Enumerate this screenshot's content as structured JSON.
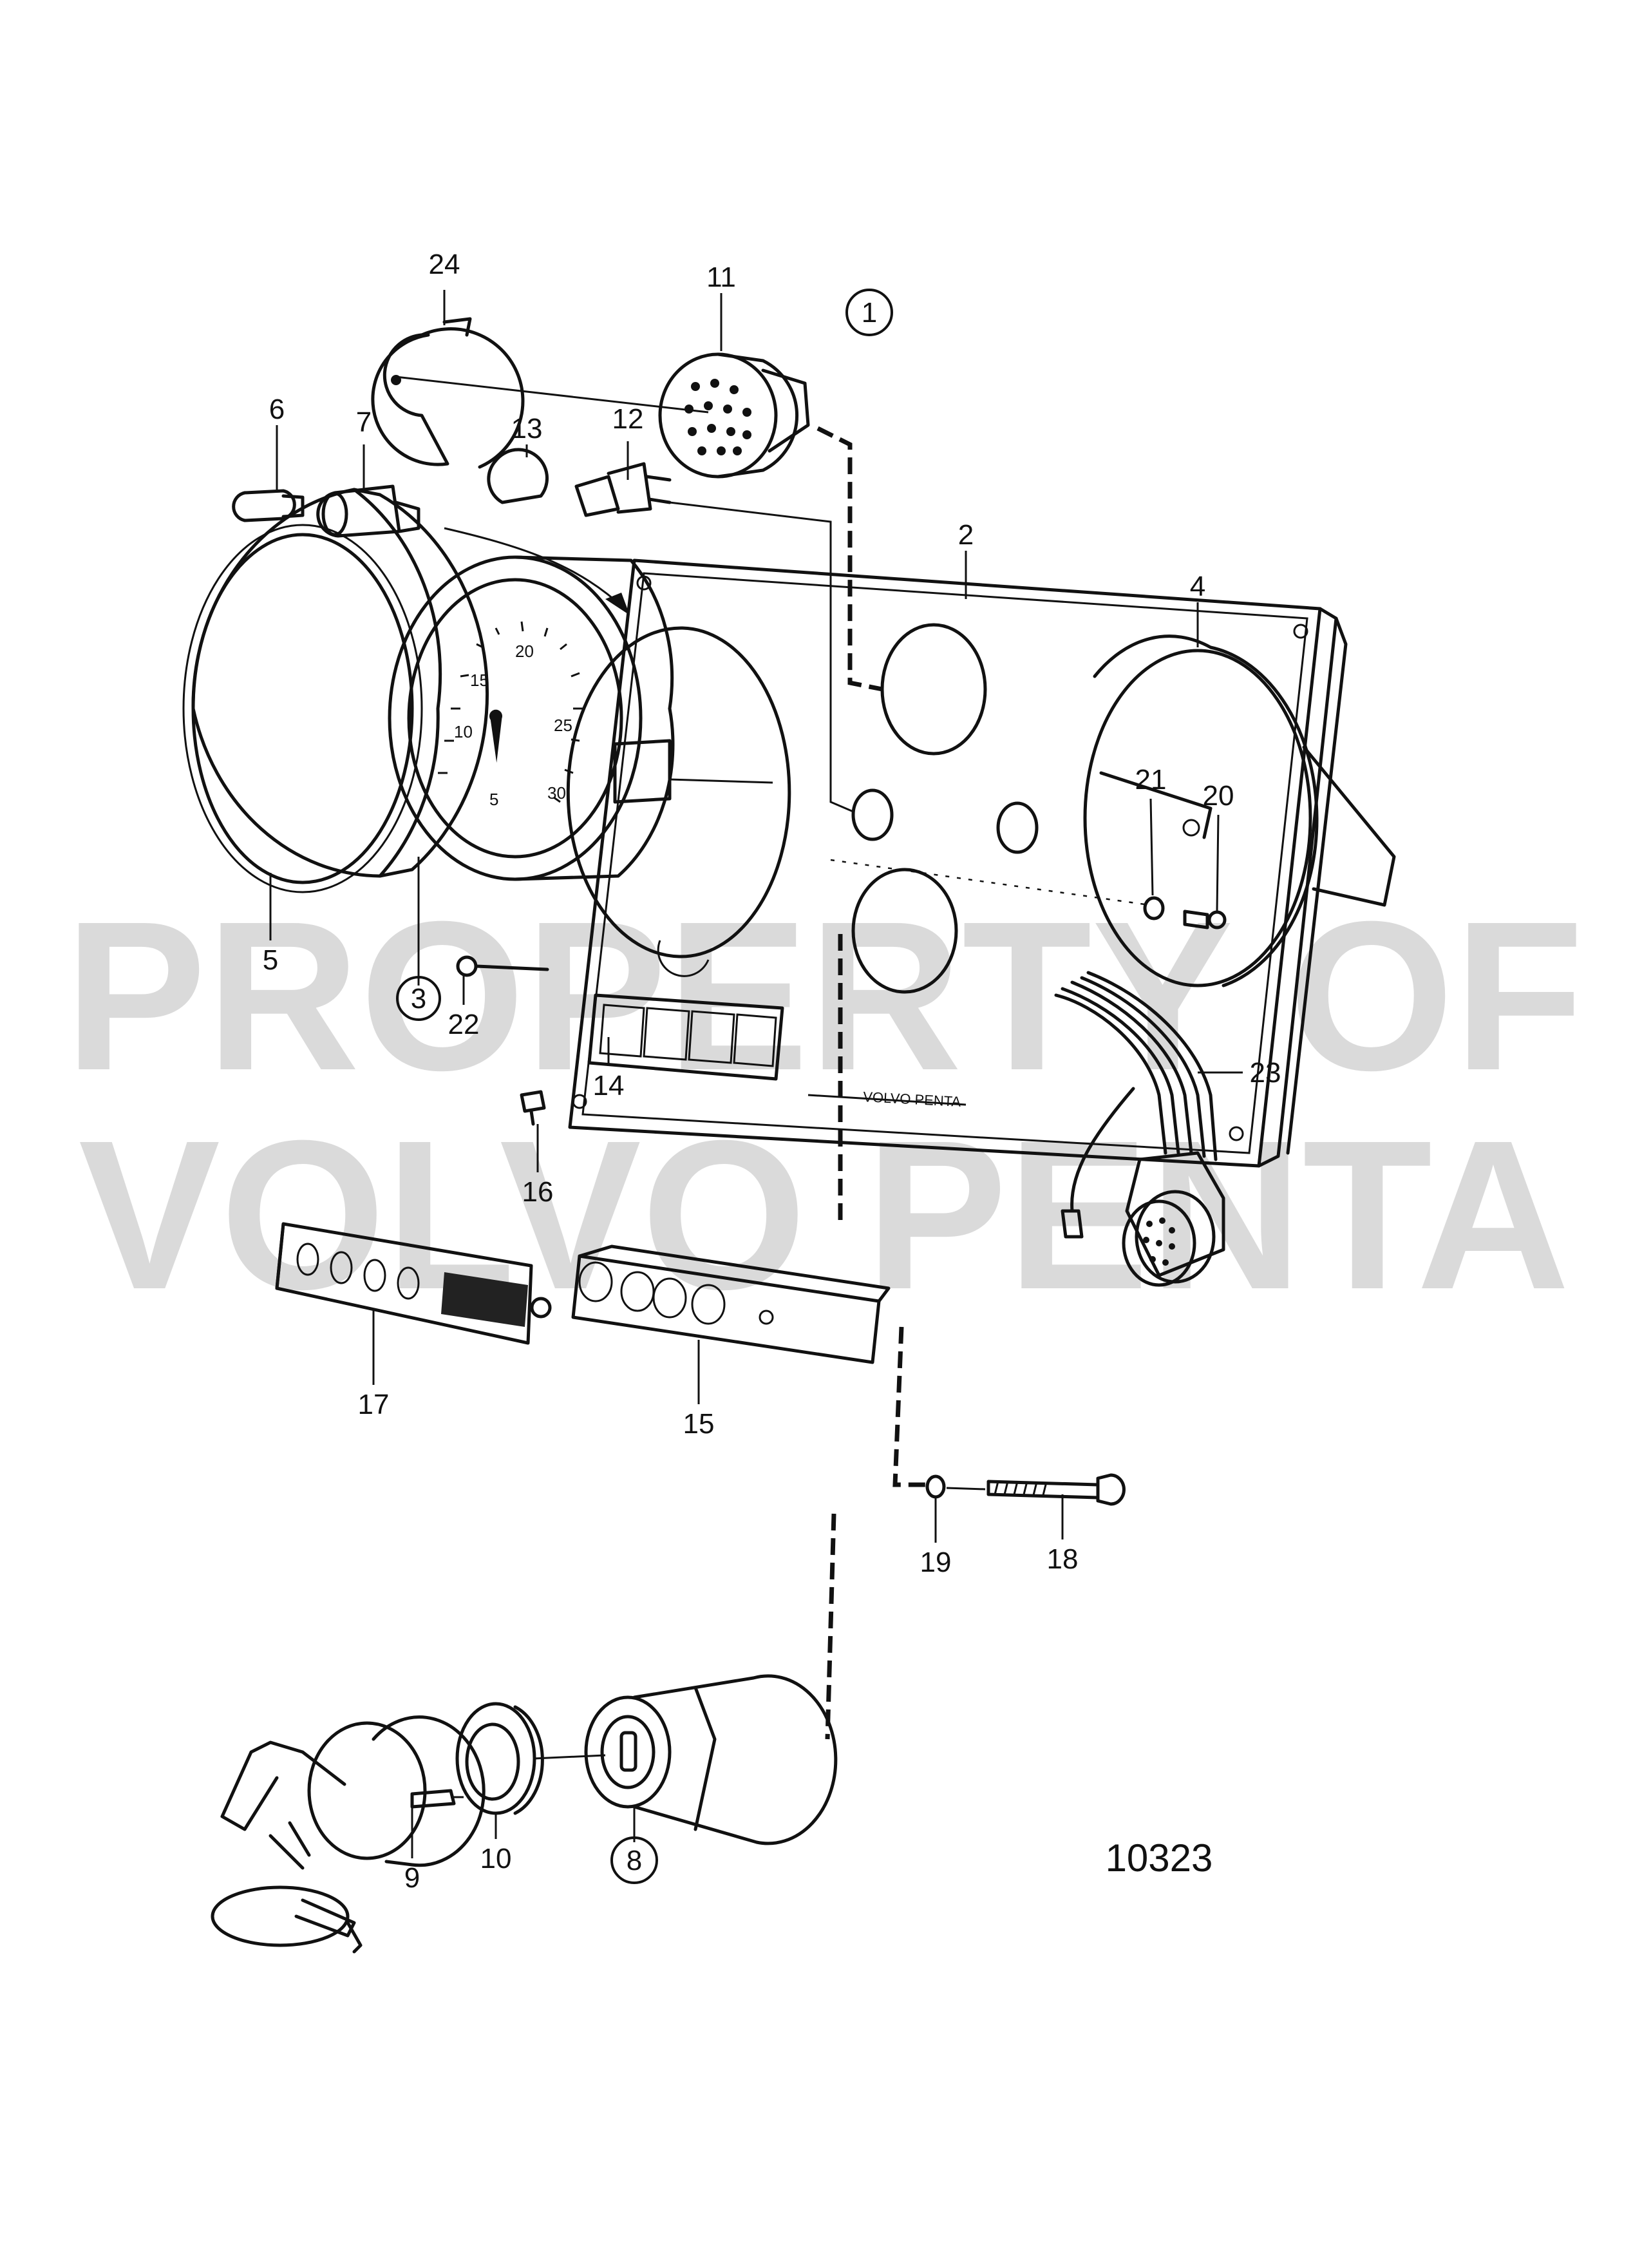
{
  "diagram": {
    "reference_number": "10323",
    "watermark": {
      "line1": "PROPERTY OF",
      "line2": "VOLVO PENTA"
    },
    "panel_brand": "VOLVO PENTA",
    "callouts": {
      "c1": "1",
      "c2": "2",
      "c3": "3",
      "c4": "4",
      "c5": "5",
      "c6": "6",
      "c7": "7",
      "c8": "8",
      "c9": "9",
      "c10": "10",
      "c11": "11",
      "c12": "12",
      "c13": "13",
      "c14": "14",
      "c15": "15",
      "c16": "16",
      "c17": "17",
      "c18": "18",
      "c19": "19",
      "c20": "20",
      "c21": "21",
      "c22": "22",
      "c23": "23",
      "c24": "24"
    },
    "gauge_scale": [
      "5",
      "10",
      "15",
      "20",
      "25",
      "30"
    ]
  }
}
